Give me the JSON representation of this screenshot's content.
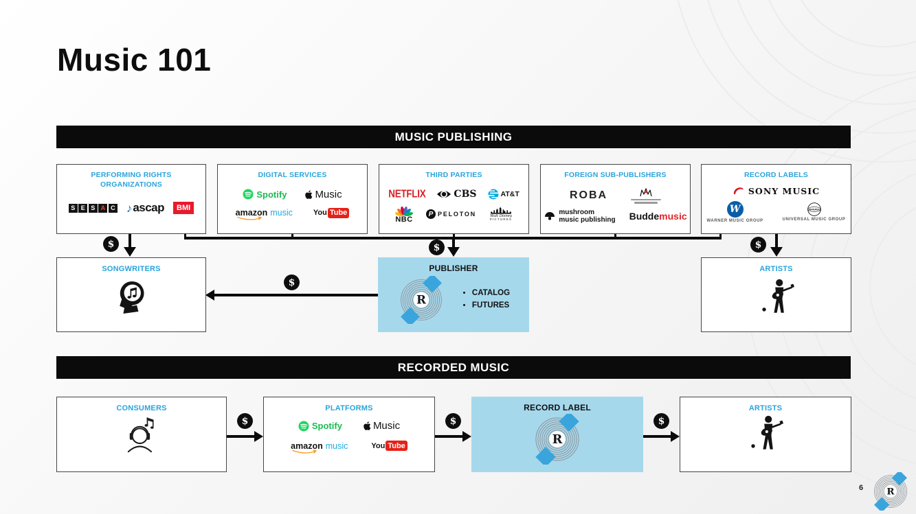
{
  "slide": {
    "title": "Music 101",
    "page_number": "6",
    "money_symbol": "$",
    "logo_letter": "R"
  },
  "colors": {
    "accent_blue": "#29a4dc",
    "box_blue": "#a6d8ec",
    "banner_black": "#0b0b0b",
    "netflix_red": "#d81f26",
    "bmi_red": "#e8192c",
    "spotify_green": "#1db954",
    "youtube_red": "#e62117"
  },
  "publishing": {
    "banner": "MUSIC PUBLISHING",
    "sources": [
      {
        "title_line1": "PERFORMING RIGHTS",
        "title_line2": "ORGANIZATIONS"
      },
      {
        "title": "DIGITAL SERVICES"
      },
      {
        "title": "THIRD PARTIES"
      },
      {
        "title": "FOREIGN SUB-PUBLISHERS"
      },
      {
        "title": "RECORD LABELS"
      }
    ],
    "songwriters_title": "SONGWRITERS",
    "publisher_title": "PUBLISHER",
    "publisher_bullets": [
      "CATALOG",
      "FUTURES"
    ],
    "artists_title": "ARTISTS"
  },
  "recorded": {
    "banner": "RECORDED MUSIC",
    "consumers_title": "CONSUMERS",
    "platforms_title": "PLATFORMS",
    "record_label_title": "RECORD LABEL",
    "artists_title": "ARTISTS"
  },
  "brands": {
    "sesac": [
      "S",
      "E",
      "S",
      "A",
      "C"
    ],
    "ascap": "ascap",
    "bmi": "BMI",
    "spotify": "Spotify",
    "apple_music": "Music",
    "amazon": "amazon",
    "amazon_music": "music",
    "youtube_you": "You",
    "youtube_tube": "Tube",
    "netflix": "NETFLIX",
    "cbs": "CBS",
    "att": "AT&T",
    "nbc": "NBC",
    "peloton": "PELOTON",
    "disney_pictures": "PICTURES",
    "roba": "ROBA",
    "mushroom_line1": "mushroom",
    "mushroom_line2": "music publishing",
    "budde": "Budde",
    "budde_music": "music",
    "sony_music": "SONY MUSIC",
    "warner_w": "W",
    "warner": "WARNER MUSIC GROUP",
    "universal_word": "UNIVERSAL",
    "universal": "UNIVERSAL MUSIC GROUP"
  }
}
